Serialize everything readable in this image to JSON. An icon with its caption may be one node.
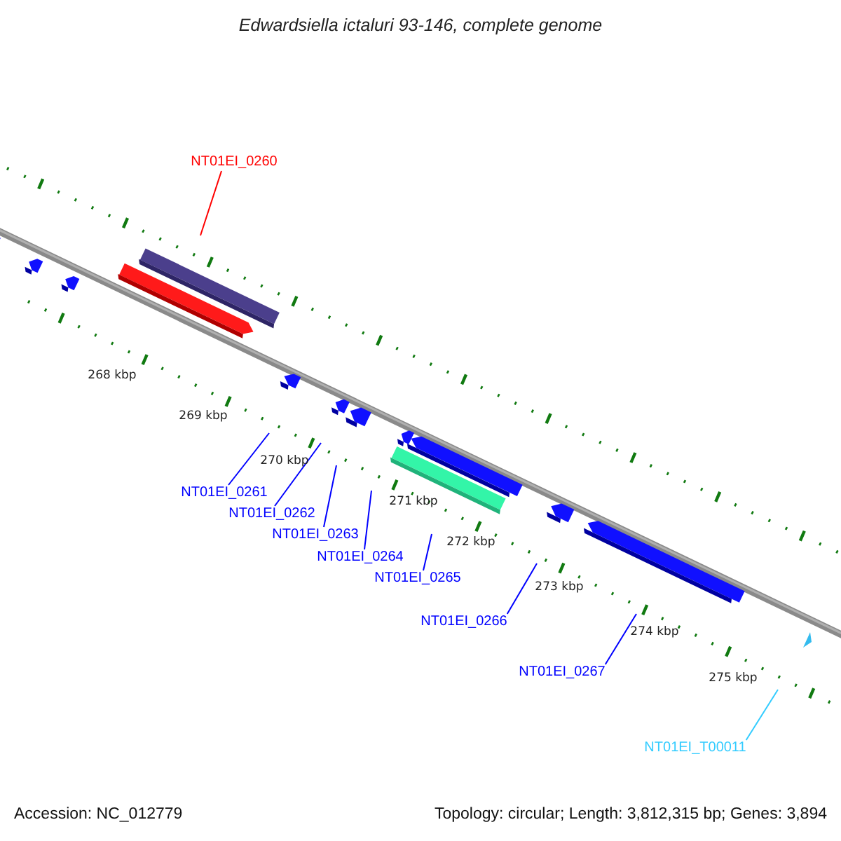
{
  "diagram": {
    "title": "Edwardsiella ictaluri 93-146, complete genome",
    "nodes": [
      {
        "text": [
          "NT01EI_0260"
        ]
      },
      {
        "text": [
          "NT01EI_0261"
        ]
      },
      {
        "text": [
          "NT01EI_0262"
        ]
      },
      {
        "text": [
          "NT01EI_0263"
        ]
      },
      {
        "text": [
          "NT01EI_0264"
        ]
      },
      {
        "text": [
          "NT01EI_0265"
        ]
      },
      {
        "text": [
          "NT01EI_0266"
        ]
      },
      {
        "text": [
          "NT01EI_0267"
        ]
      },
      {
        "text": [
          "NT01EI_T00011"
        ]
      }
    ],
    "edges": [
      {
        "from": 0,
        "to": null,
        "arrow": "none",
        "color": "#ff0000"
      },
      {
        "from": 1,
        "to": null,
        "arrow": "none"
      },
      {
        "from": 2,
        "to": null,
        "arrow": "none"
      },
      {
        "from": 3,
        "to": null,
        "arrow": "none"
      },
      {
        "from": 4,
        "to": null,
        "arrow": "none"
      },
      {
        "from": 5,
        "to": null,
        "arrow": "none"
      },
      {
        "from": 6,
        "to": null,
        "arrow": "none"
      },
      {
        "from": 7,
        "to": null,
        "arrow": "none"
      },
      {
        "from": 8,
        "to": null,
        "arrow": "none",
        "color": "#33ccff"
      }
    ],
    "labels": [
      "268 kbp",
      "269 kbp",
      "270 kbp",
      "271 kbp",
      "272 kbp",
      "273 kbp",
      "274 kbp",
      "275 kbp",
      "Accession: NC_012779",
      "Topology: circular; Length: 3,812,315 bp; Genes: 3,894"
    ]
  }
}
